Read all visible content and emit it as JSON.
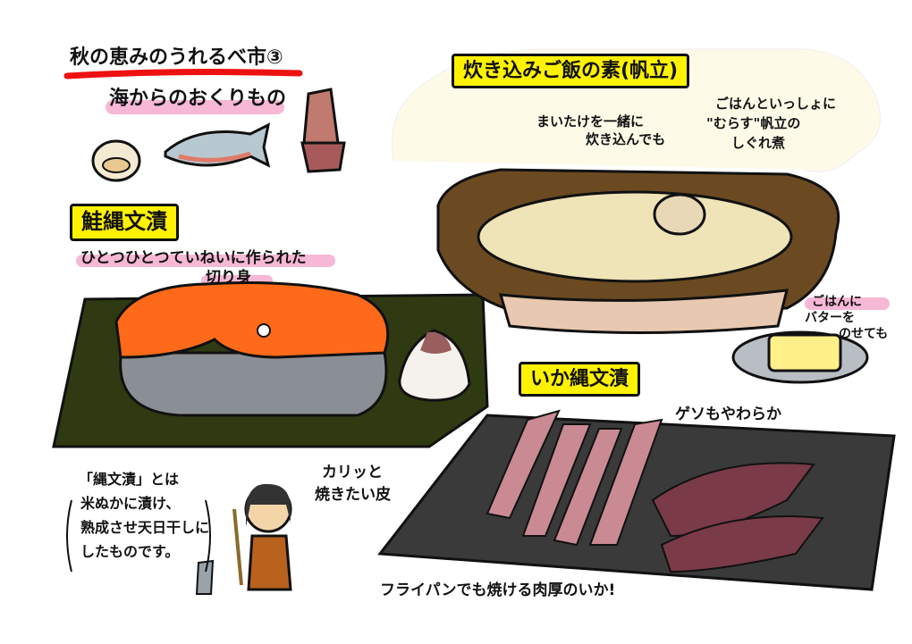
{
  "header": {
    "title": "秋の恵みのうれるべ市③",
    "subtitle": "海からのおくりもの"
  },
  "salmon": {
    "label": "鮭縄文漬",
    "caption_line1": "ひとつひとつていねいに作られた",
    "caption_line2": "切り身",
    "skin_note_line1": "カリッと",
    "skin_note_line2": "焼きたい皮"
  },
  "rice_mix": {
    "label": "炊き込みご飯の素(帆立)",
    "maitake_line1": "まいたけを一緒に",
    "maitake_line2": "炊き込んでも",
    "scallop_line1": "ごはんといっしょに",
    "scallop_line2": "\"むらす\"帆立の",
    "scallop_line3": "しぐれ煮",
    "butter_line1": "ごはんに",
    "butter_line2": "バターを",
    "butter_line3": "のせても"
  },
  "squid": {
    "label": "いか縄文漬",
    "tentacle_note": "ゲソもやわらか",
    "pan_note": "フライパンでも焼ける肉厚のいか!"
  },
  "explanation": {
    "line1": "「縄文漬」とは",
    "line2": "米ぬかに漬け、",
    "line3": "熟成させ天日干しに",
    "line4": "したものです。"
  },
  "colors": {
    "title_underline": "#ee1111",
    "highlight_pink": "#f7b8d6",
    "label_yellow": "#fff200",
    "salmon": "#ff6a1a",
    "nori": "#2f3a12",
    "pot": "#6b4a22",
    "squid": "#b2606e"
  }
}
